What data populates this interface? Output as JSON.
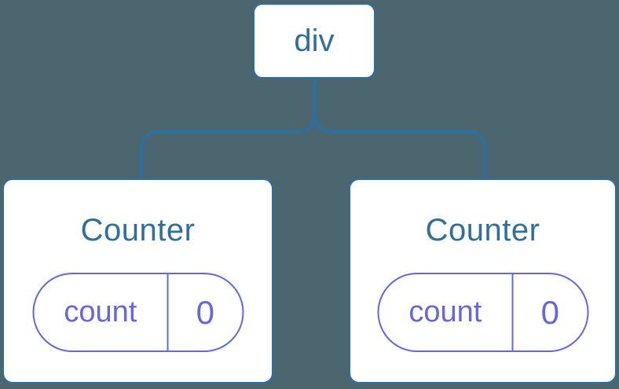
{
  "diagram": {
    "description": "Component tree diagram: a div root element with two Counter component children, each holding a count state of 0",
    "colors": {
      "background": "#4B666F",
      "node_fill": "#FFFFFF",
      "node_border_blue": "#2B70A1",
      "text_blue": "#2E6F9D",
      "state_purple": "#6367E4"
    },
    "tree": {
      "root": {
        "label": "div"
      },
      "children": [
        {
          "title": "Counter",
          "state": {
            "key": "count",
            "value": "0"
          }
        },
        {
          "title": "Counter",
          "state": {
            "key": "count",
            "value": "0"
          }
        }
      ]
    }
  }
}
